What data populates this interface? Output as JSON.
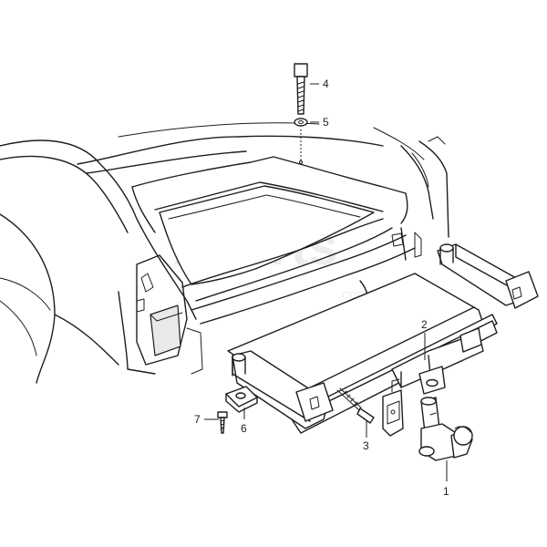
{
  "watermark": {
    "brand": "Xparts",
    "domain": ".com.ua"
  },
  "callouts": {
    "c1": "1",
    "c2": "2",
    "c3": "3",
    "c4": "4",
    "c5": "5",
    "c6": "6",
    "c7": "7"
  },
  "colors": {
    "line": "#1e1e1e",
    "background": "#ffffff",
    "watermark": "#ececec"
  }
}
